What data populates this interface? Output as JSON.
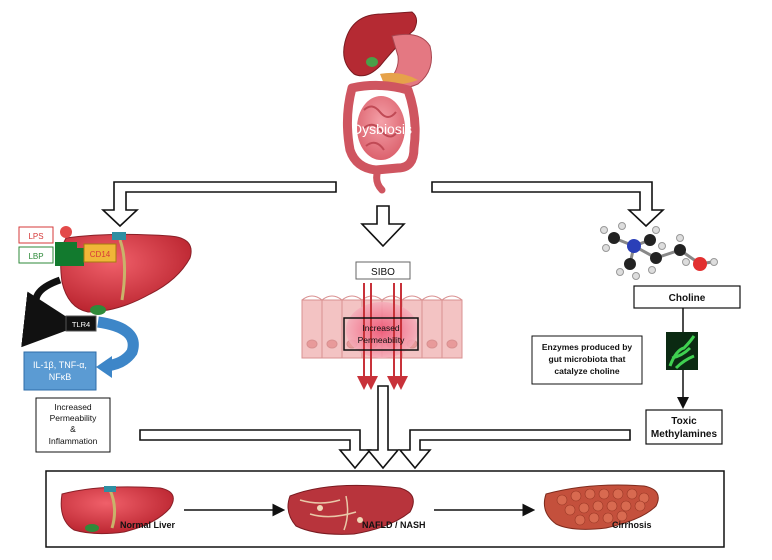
{
  "top": {
    "organ_label": "Dysbiosis"
  },
  "left": {
    "lps": "LPS",
    "lbp": "LBP",
    "cd14": "CD14",
    "tlr4": "TLR4",
    "cytokines_line1": "IL-1β, TNF-α,",
    "cytokines_line2": "NFκB",
    "effect_line1": "Increased",
    "effect_line2": "Permeability",
    "effect_line3": "&",
    "effect_line4": "Inflammation"
  },
  "center": {
    "sibo": "SIBO",
    "perm_line1": "Increased",
    "perm_line2": "Permeability"
  },
  "right": {
    "choline": "Choline",
    "enzymes_line1": "Enzymes produced by",
    "enzymes_line2": "gut microbiota that",
    "enzymes_line3": "catalyze choline",
    "toxic_line1": "Toxic",
    "toxic_line2": "Methylamines"
  },
  "bottom": {
    "normal_liver": "Normal Liver",
    "nafld": "NAFLD / NASH",
    "cirrhosis": "Cirrhosis"
  },
  "colors": {
    "liver": "#d8343e",
    "liver_dark": "#9c1b24",
    "lps_red": "#d63a3a",
    "lbp_green": "#2e8a3a",
    "receptor_green": "#127a2e",
    "cytokine_blue": "#4a8fce",
    "arrow_blue": "#3d86c8",
    "cell_pink": "#f3c3c3",
    "red_arrow": "#c8323a"
  }
}
